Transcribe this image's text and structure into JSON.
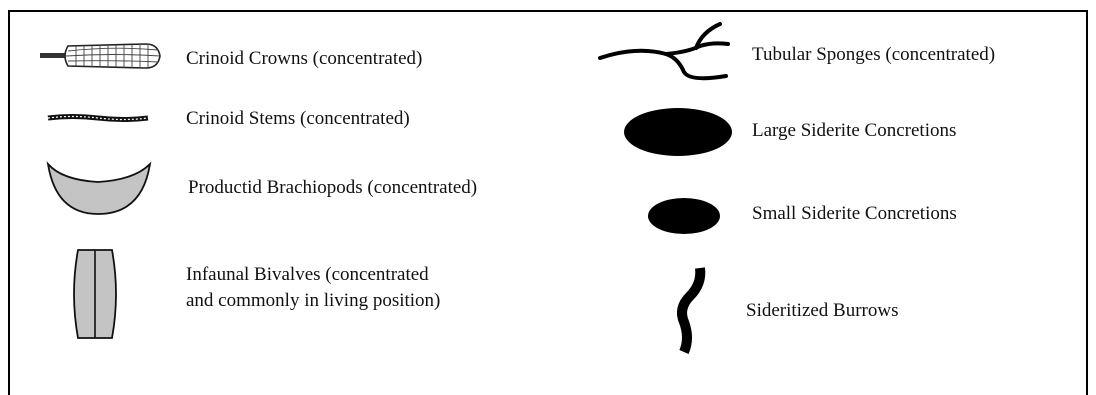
{
  "legend": {
    "left": [
      {
        "icon": "crinoid-crown-icon",
        "label": "Crinoid Crowns (concentrated)"
      },
      {
        "icon": "crinoid-stem-icon",
        "label": "Crinoid Stems (concentrated)"
      },
      {
        "icon": "productid-brachiopod-icon",
        "label": "Productid Brachiopods (concentrated)"
      },
      {
        "icon": "infaunal-bivalve-icon",
        "label_line1": "Infaunal Bivalves (concentrated",
        "label_line2": "and commonly in living position)"
      }
    ],
    "right": [
      {
        "icon": "tubular-sponge-icon",
        "label": "Tubular Sponges (concentrated)"
      },
      {
        "icon": "large-siderite-concretion-icon",
        "label": "Large Siderite Concretions"
      },
      {
        "icon": "small-siderite-concretion-icon",
        "label": "Small Siderite Concretions"
      },
      {
        "icon": "sideritized-burrow-icon",
        "label": "Sideritized Burrows"
      }
    ]
  },
  "colors": {
    "border": "#000000",
    "fill_gray": "#c4c4c4",
    "fill_black": "#000000"
  }
}
